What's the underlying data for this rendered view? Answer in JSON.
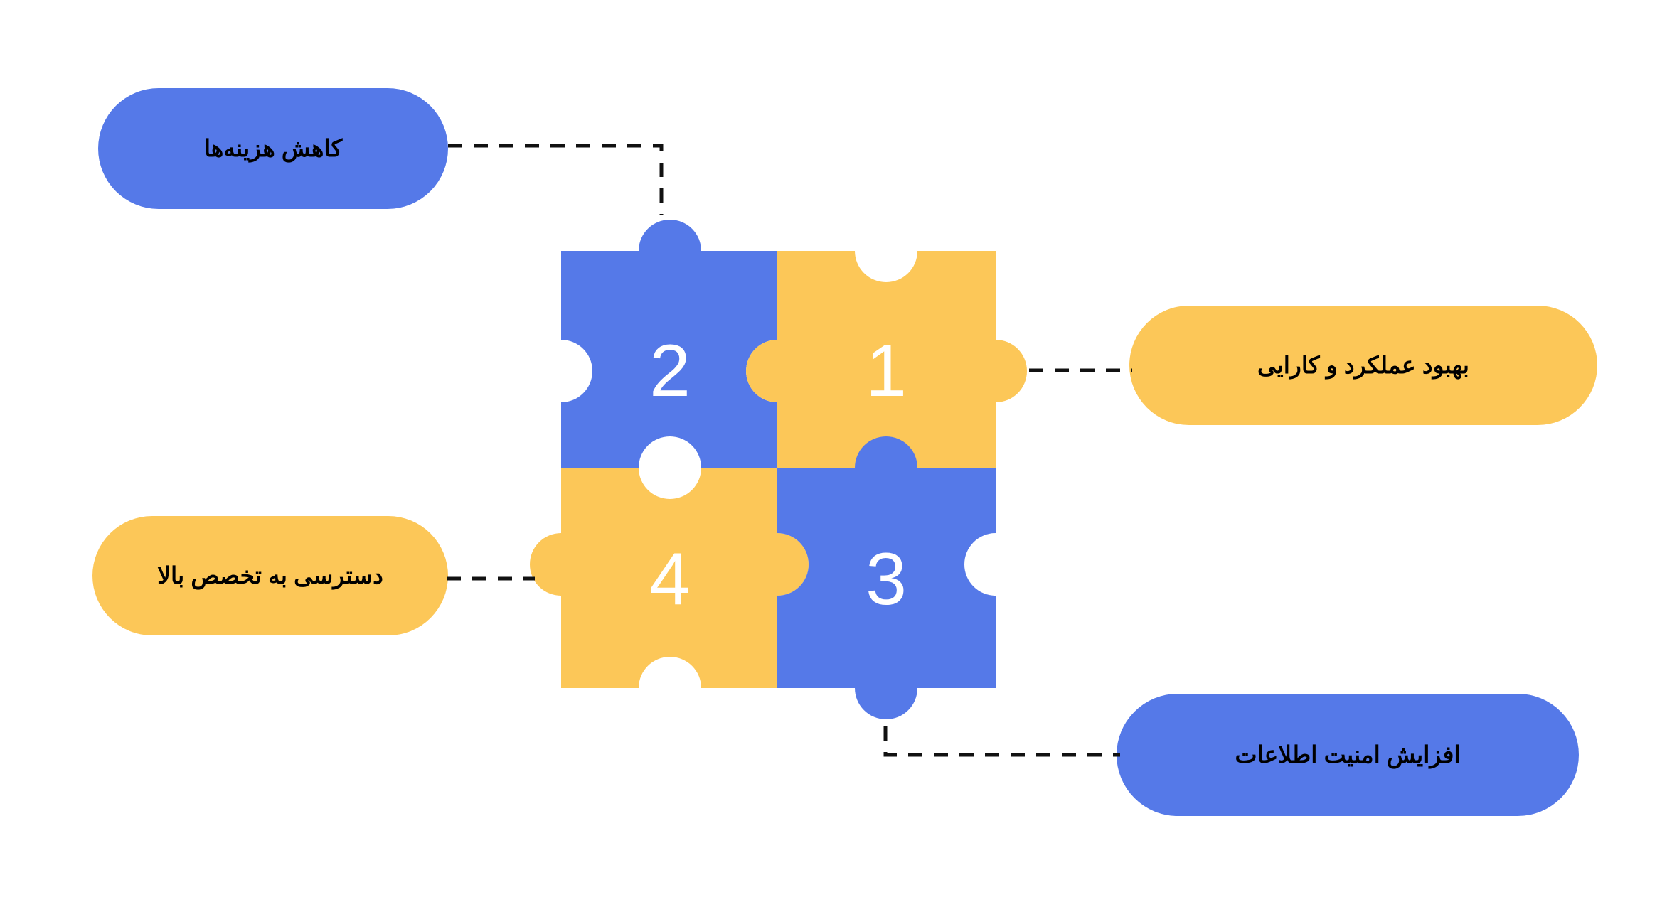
{
  "diagram": {
    "type": "four-piece-jigsaw-with-callouts",
    "title": "",
    "language": "fa",
    "direction": "rtl",
    "background_color": "#ffffff",
    "colors": {
      "blue": "#5579e8",
      "amber": "#fcc758",
      "number_text": "#ffffff",
      "label_text": "#000000",
      "connector": "#111111"
    }
  },
  "puzzle": {
    "pieces": [
      {
        "number": "1",
        "color": "#fcc758",
        "position": "top-right",
        "label_ref": "performance",
        "edges": {
          "top": "notch",
          "right": "tab",
          "bottom": "notch",
          "left": "tab"
        }
      },
      {
        "number": "2",
        "color": "#5579e8",
        "position": "top-left",
        "label_ref": "cost",
        "edges": {
          "top": "tab",
          "right": "notch",
          "bottom": "tab",
          "left": "notch"
        }
      },
      {
        "number": "3",
        "color": "#5579e8",
        "position": "bottom-right",
        "label_ref": "security",
        "edges": {
          "top": "tab",
          "right": "notch",
          "bottom": "tab",
          "left": "notch"
        }
      },
      {
        "number": "4",
        "color": "#fcc758",
        "position": "bottom-left",
        "label_ref": "expertise",
        "edges": {
          "top": "notch",
          "right": "tab",
          "bottom": "notch",
          "left": "tab"
        }
      }
    ]
  },
  "labels": {
    "cost": {
      "text": "کاهش هزینه‌ها",
      "color": "#5579e8",
      "side": "left",
      "connects_to_piece": "2"
    },
    "performance": {
      "text": "بهبود عملکرد و کارایی",
      "color": "#fcc758",
      "side": "right",
      "connects_to_piece": "1"
    },
    "expertise": {
      "text": "دسترسی به تخصص بالا",
      "color": "#fcc758",
      "side": "left",
      "connects_to_piece": "4"
    },
    "security": {
      "text": "افزایش امنیت اطلاعات",
      "color": "#5579e8",
      "side": "right",
      "connects_to_piece": "3"
    }
  },
  "connectors": [
    {
      "name": "cost-to-piece-2",
      "style": "dashed",
      "path": "elbow-down-from-label-right-to-piece-top-tab"
    },
    {
      "name": "piece-1-to-performance",
      "style": "dashed",
      "path": "straight-right-from-piece-right-tab"
    },
    {
      "name": "expertise-to-piece-4",
      "style": "dashed",
      "path": "straight-right-from-label-to-piece-left-tab"
    },
    {
      "name": "piece-3-to-security",
      "style": "dashed",
      "path": "elbow-down-from-piece-bottom-tab-to-label-left"
    }
  ]
}
